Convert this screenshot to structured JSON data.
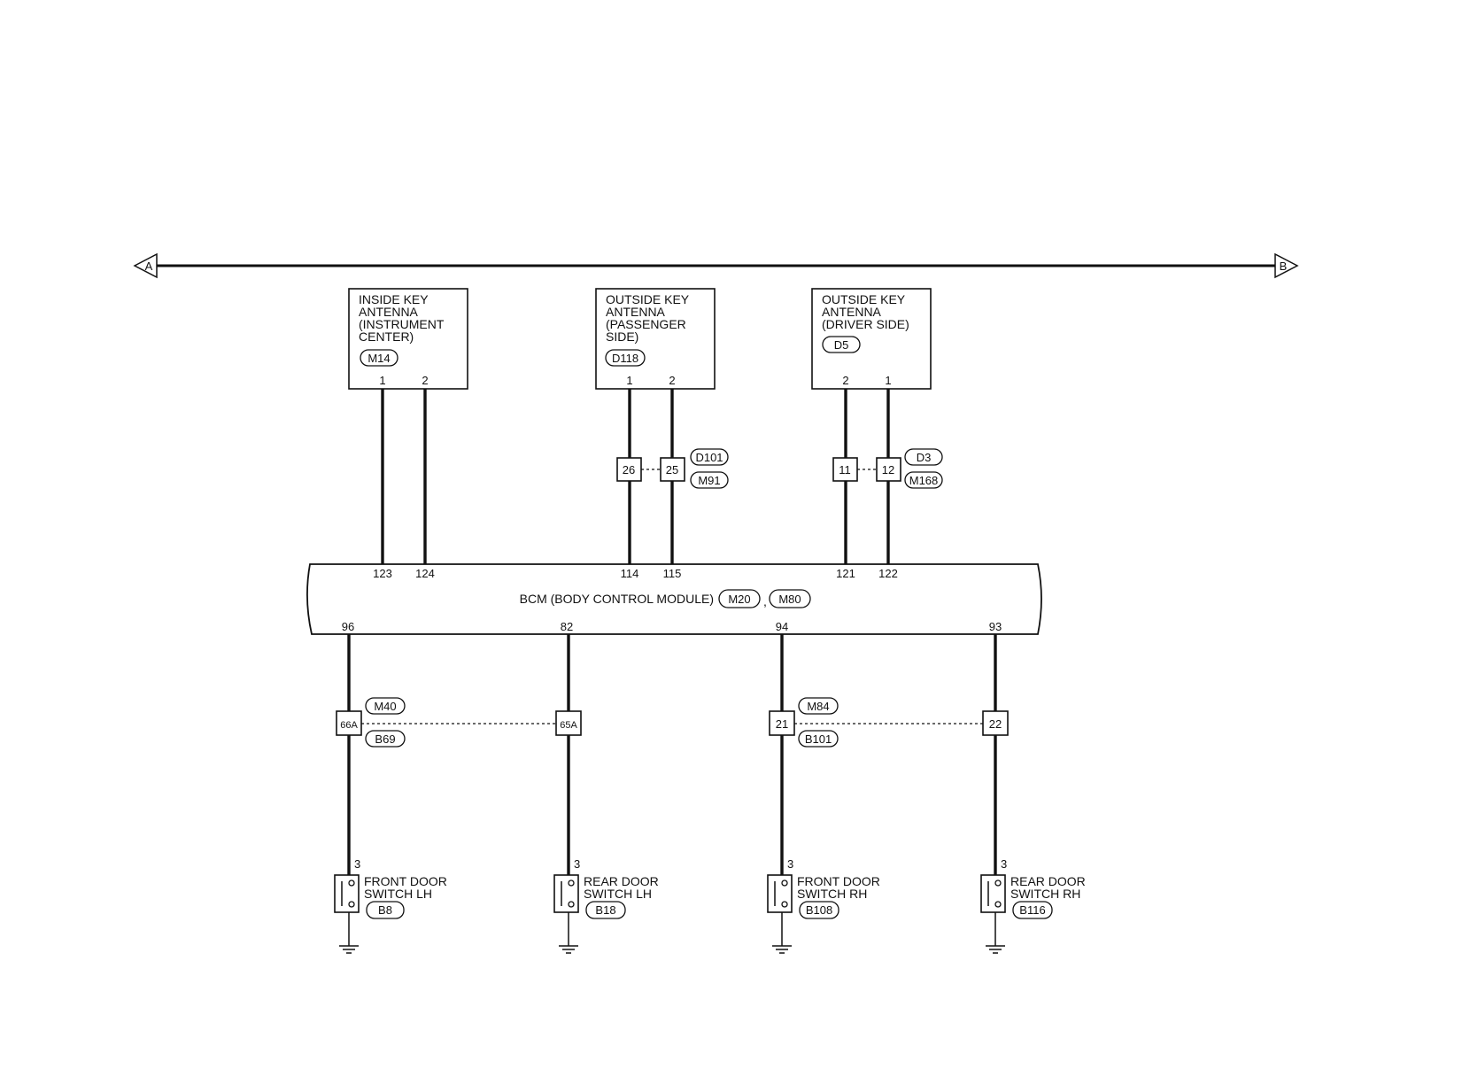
{
  "bus": {
    "left_arrow": "A",
    "right_arrow": "B"
  },
  "antennas": [
    {
      "lines": [
        "INSIDE KEY",
        "ANTENNA",
        "(INSTRUMENT",
        "CENTER)"
      ],
      "connector": "M14",
      "pins": [
        "1",
        "2"
      ]
    },
    {
      "lines": [
        "OUTSIDE KEY",
        "ANTENNA",
        "(PASSENGER",
        "SIDE)"
      ],
      "connector": "D118",
      "pins": [
        "1",
        "2"
      ]
    },
    {
      "lines": [
        "OUTSIDE KEY",
        "ANTENNA",
        "(DRIVER SIDE)"
      ],
      "connector": "D5",
      "pins": [
        "2",
        "1"
      ]
    }
  ],
  "inline_top": [
    {
      "terminals": [
        "26",
        "25"
      ],
      "connectors": [
        "D101",
        "M91"
      ]
    },
    {
      "terminals": [
        "11",
        "12"
      ],
      "connectors": [
        "D3",
        "M168"
      ]
    }
  ],
  "bcm": {
    "label": "BCM (BODY CONTROL MODULE)",
    "connectors": [
      "M20",
      "M80"
    ],
    "separator": ",",
    "top_pins": [
      "123",
      "124",
      "114",
      "115",
      "121",
      "122"
    ],
    "bottom_pins": [
      "96",
      "82",
      "94",
      "93"
    ]
  },
  "inline_bottom": [
    {
      "terminals": [
        "66A",
        "65A"
      ],
      "connectors": [
        "M40",
        "B69"
      ]
    },
    {
      "terminals": [
        "21",
        "22"
      ],
      "connectors": [
        "M84",
        "B101"
      ]
    }
  ],
  "door_switches": [
    {
      "pin": "3",
      "lines": [
        "FRONT DOOR",
        "SWITCH LH"
      ],
      "connector": "B8"
    },
    {
      "pin": "3",
      "lines": [
        "REAR DOOR",
        "SWITCH LH"
      ],
      "connector": "B18"
    },
    {
      "pin": "3",
      "lines": [
        "FRONT DOOR",
        "SWITCH RH"
      ],
      "connector": "B108"
    },
    {
      "pin": "3",
      "lines": [
        "REAR DOOR",
        "SWITCH RH"
      ],
      "connector": "B116"
    }
  ]
}
